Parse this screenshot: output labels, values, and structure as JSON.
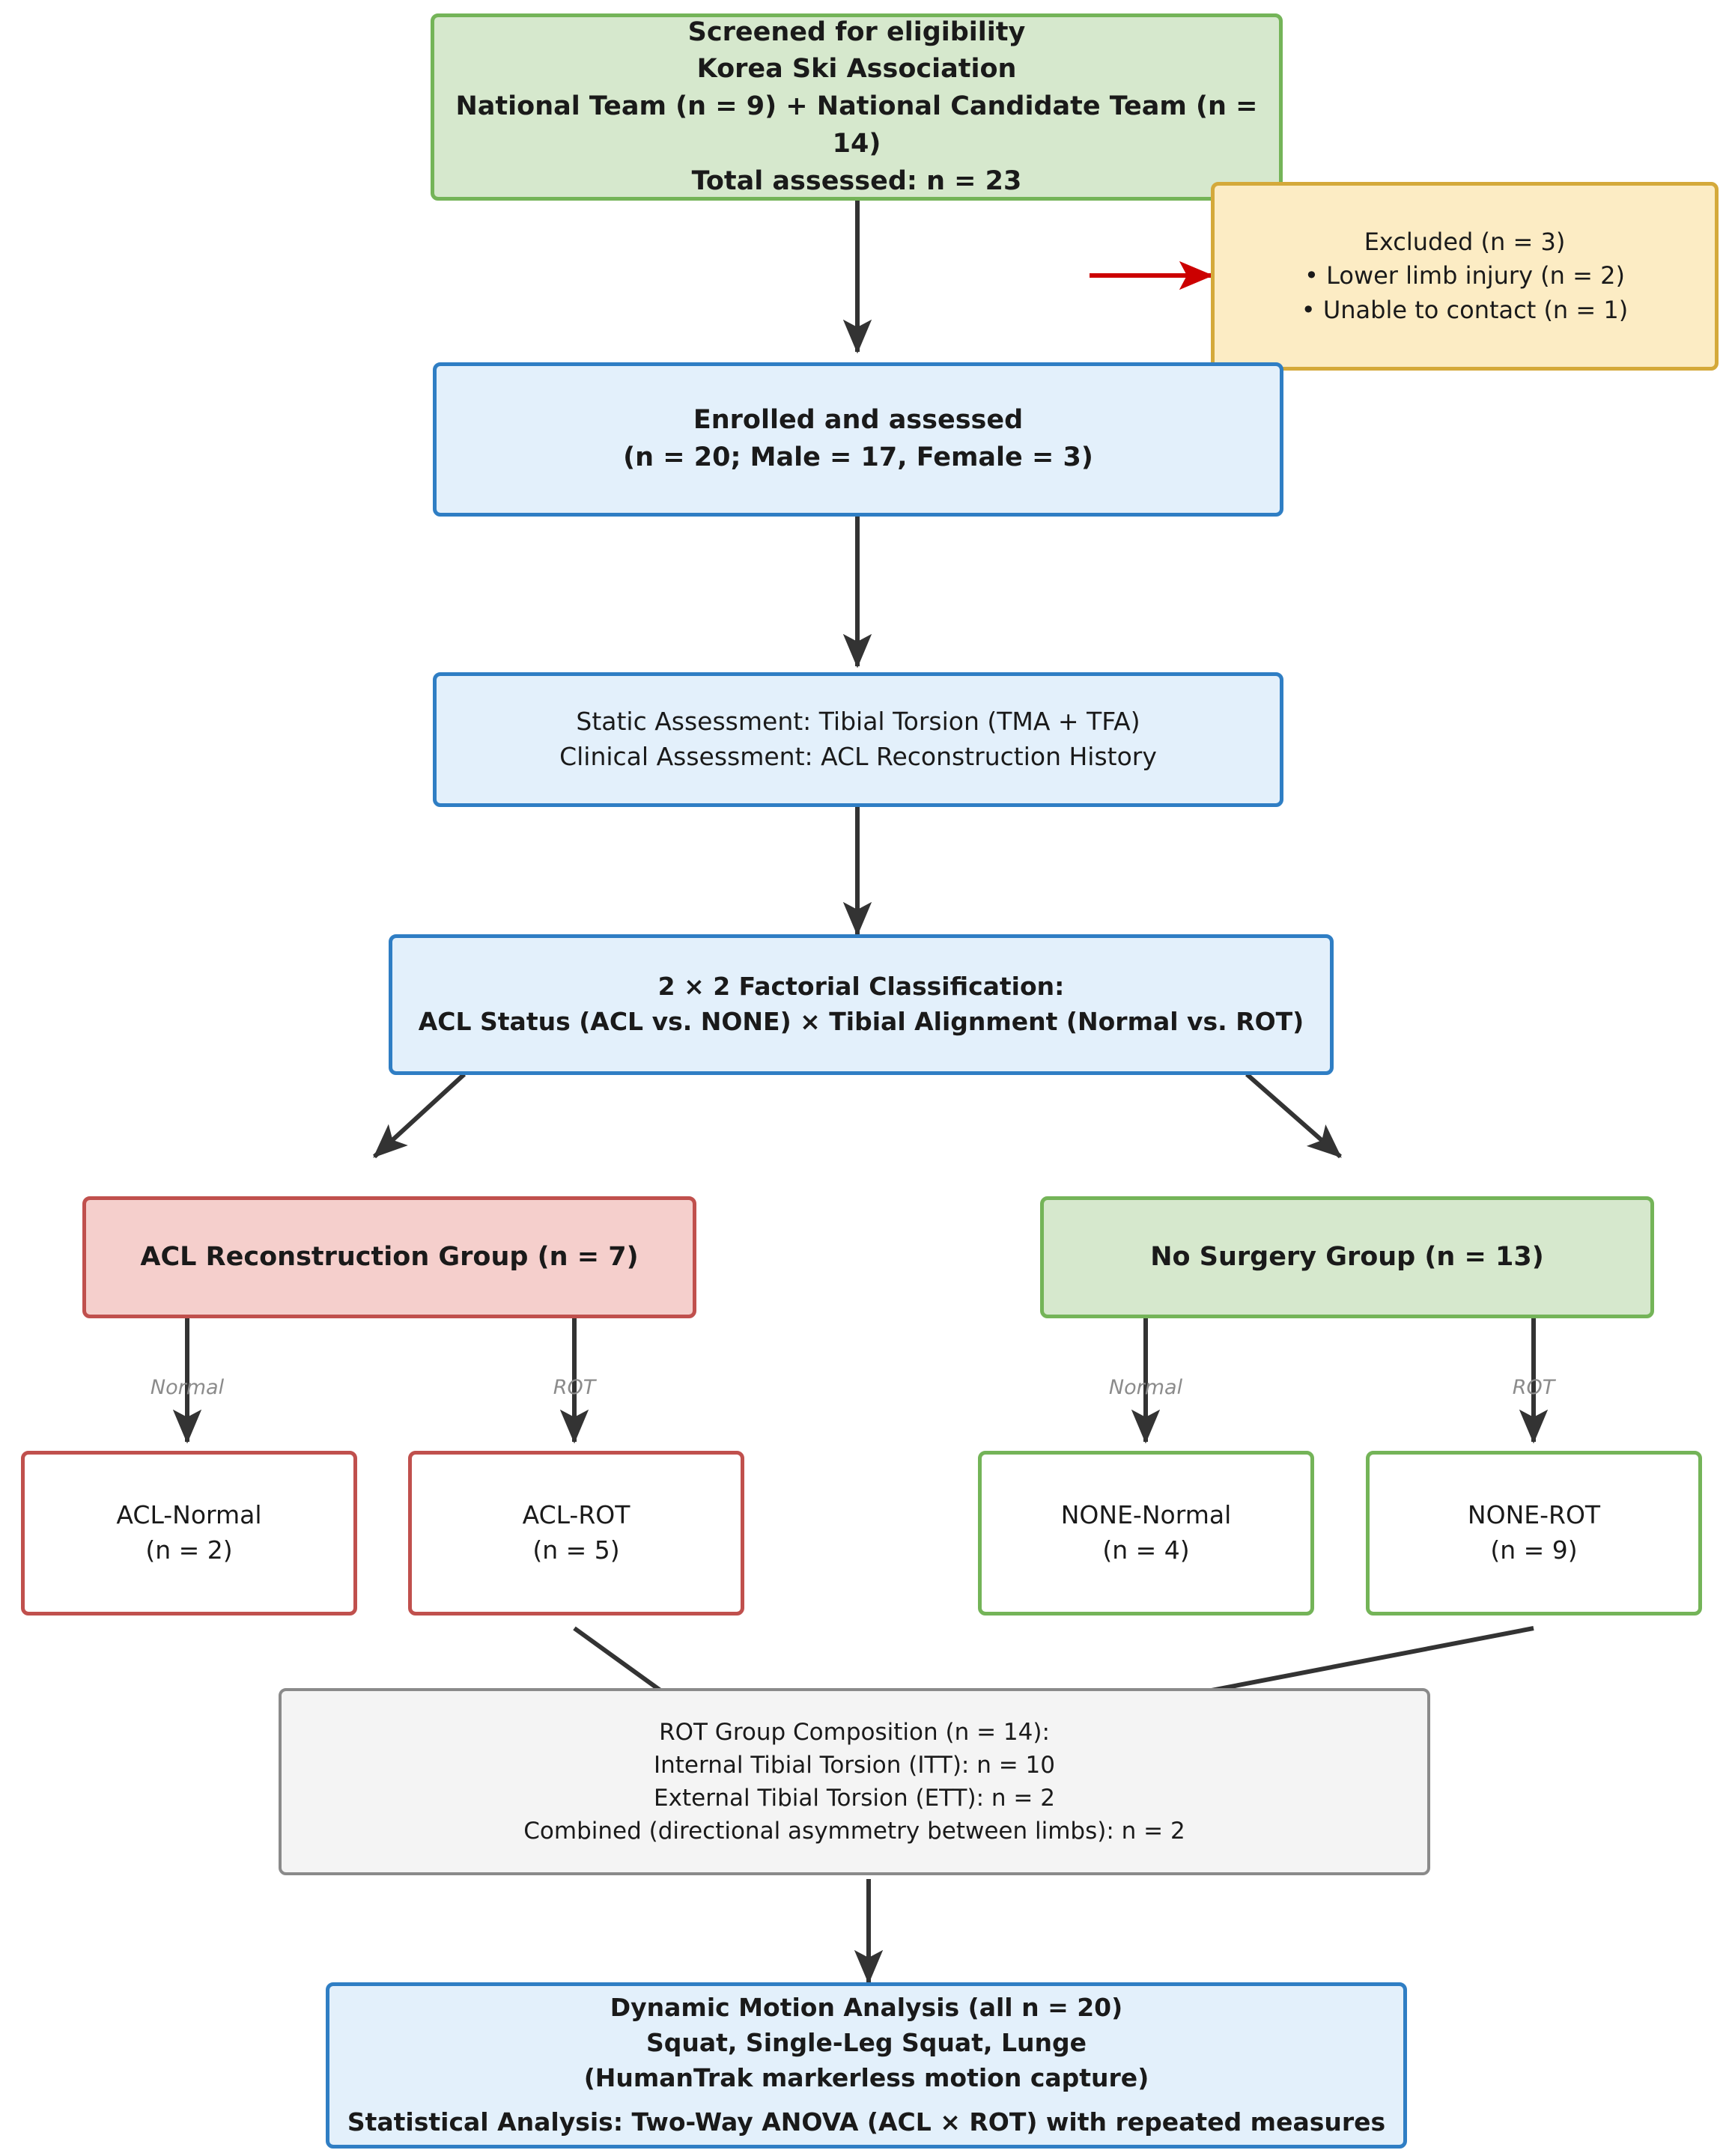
{
  "diagram": {
    "title": "Study participant flow diagram",
    "colors": {
      "green_fill": "#d6e8cd",
      "green_stroke": "#74b458",
      "blue_fill": "#e3f0fb",
      "blue_stroke": "#2f7ec4",
      "yellow_fill": "#fcecc4",
      "yellow_stroke": "#d4a93a",
      "red_fill": "#f5cfcc",
      "red_stroke": "#c0504d",
      "gray_fill": "#f4f4f4",
      "gray_stroke": "#8a8a8a",
      "arrow": "#333333",
      "exclusion_arrow": "#cc0000",
      "edge_label": "#8b8b8b"
    },
    "nodes": {
      "screened": {
        "id": "screened",
        "lines": [
          "Screened for eligibility",
          "Korea Ski Association",
          "National Team (n = 9) + National Candidate Team (n = 14)",
          "Total assessed: n = 23"
        ]
      },
      "excluded": {
        "id": "excluded",
        "lines": [
          "Excluded (n = 3)",
          "• Lower limb injury (n = 2)",
          "• Unable to contact (n = 1)"
        ]
      },
      "enrolled": {
        "id": "enrolled",
        "lines": [
          "Enrolled and assessed",
          "(n = 20; Male = 17, Female = 3)"
        ]
      },
      "assessment": {
        "id": "assessment",
        "lines": [
          "Static Assessment: Tibial Torsion (TMA + TFA)",
          "Clinical Assessment: ACL Reconstruction History"
        ]
      },
      "factorial": {
        "id": "factorial",
        "lines": [
          "2 × 2 Factorial Classification:",
          "ACL Status (ACL vs. NONE) × Tibial Alignment (Normal vs. ROT)"
        ]
      },
      "acl_group": {
        "id": "acl-reconstruction-group",
        "lines": [
          "ACL Reconstruction Group (n = 7)"
        ]
      },
      "no_surgery_group": {
        "id": "no-surgery-group",
        "lines": [
          "No Surgery Group (n = 13)"
        ]
      },
      "acl_normal": {
        "id": "acl-normal",
        "lines": [
          "ACL-Normal",
          "(n = 2)"
        ]
      },
      "acl_rot": {
        "id": "acl-rot",
        "lines": [
          "ACL-ROT",
          "(n = 5)"
        ]
      },
      "none_normal": {
        "id": "none-normal",
        "lines": [
          "NONE-Normal",
          "(n = 4)"
        ]
      },
      "none_rot": {
        "id": "none-rot",
        "lines": [
          "NONE-ROT",
          "(n = 9)"
        ]
      },
      "rot_composition": {
        "id": "rot-group-composition",
        "lines": [
          "ROT Group Composition (n = 14):",
          "Internal Tibial Torsion (ITT): n = 10",
          "External Tibial Torsion (ETT): n = 2",
          "Combined (directional asymmetry between limbs): n = 2"
        ]
      },
      "dynamic_analysis": {
        "id": "dynamic-motion-analysis",
        "lines": [
          "Dynamic Motion Analysis (all n = 20)",
          "Squat, Single-Leg Squat, Lunge",
          "(HumanTrak markerless motion capture)",
          "",
          "Statistical Analysis: Two-Way ANOVA (ACL × ROT) with repeated measures"
        ]
      }
    },
    "edge_labels": {
      "acl_normal": "Normal",
      "acl_rot": "ROT",
      "none_normal": "Normal",
      "none_rot": "ROT"
    }
  }
}
